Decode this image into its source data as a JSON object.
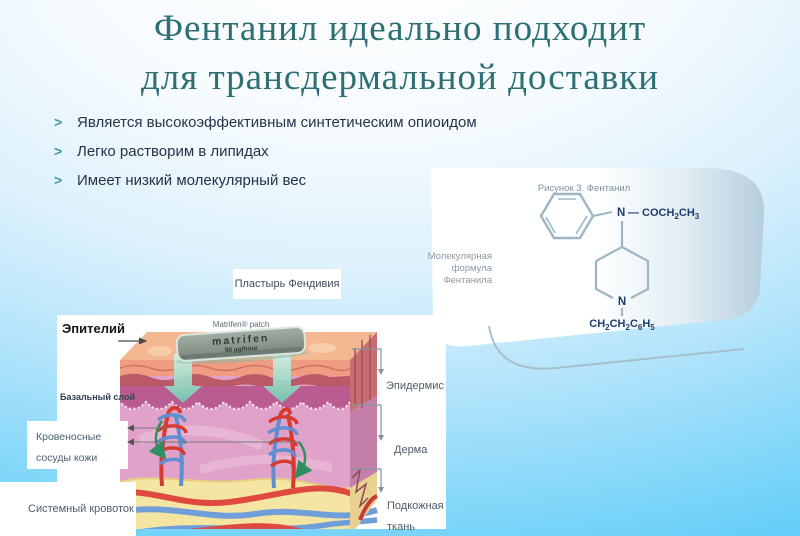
{
  "title": {
    "line1": "Фентанил идеально подходит",
    "line2": "для трансдермальной доставки"
  },
  "bullets": {
    "marker": ">",
    "items": [
      {
        "text": "Является высокоэффективным синтетическим опиоидом"
      },
      {
        "text": "Легко растворим в липидах"
      },
      {
        "text": "Имеет низкий молекулярный вес"
      }
    ]
  },
  "formula_panel": {
    "caption": "Рисунок 3. Фентанил",
    "molecular_label": [
      "Молекулярная",
      "формула",
      "Фентанила"
    ],
    "nitrogen_top": "N",
    "nitrogen_bottom": "N",
    "acyl": {
      "p1": "— COCH",
      "s1": "2",
      "p2": "CH",
      "s2": "3"
    },
    "chain": {
      "p1": "CH",
      "s1": "2",
      "p2": "CH",
      "s2": "2",
      "p3": "C",
      "s3": "6",
      "p4": "H",
      "s4": "5"
    }
  },
  "patch_callout": {
    "label": "Пластырь Фендивия"
  },
  "skin_diagram": {
    "patch_caption": "Matrifen® patch",
    "patch_brand": "matrifen",
    "patch_dose": "50 µg/hour",
    "left_labels": {
      "epithelium": "Эпителий",
      "basal": "Базальный слой",
      "vessels_line1": "Кровеносные",
      "vessels_line2": "сосуды кожи",
      "systemic": "Системный кровоток"
    },
    "right_labels": {
      "epidermis": "Эпидермис",
      "dermis": "Дерма",
      "subcutaneous_line1": "Подкожная",
      "subcutaneous_line2": "ткань"
    }
  },
  "colors": {
    "title_teal": "#2e6f74",
    "bullet_marker_teal": "#3f98a0",
    "bullet_text": "#273349",
    "background_top": "#ffffff",
    "background_bottom": "#55c9f8",
    "panel_shade": "#b6cedd",
    "structure_stroke": "#9db6c6",
    "formula_text": "#1d3f6e",
    "label_text": "#4b616d",
    "vessel_red": "#df4a40",
    "vessel_blue": "#6f9ed8",
    "arrow_teal": "#74ccb4",
    "patch_grey": "#8a938c"
  }
}
